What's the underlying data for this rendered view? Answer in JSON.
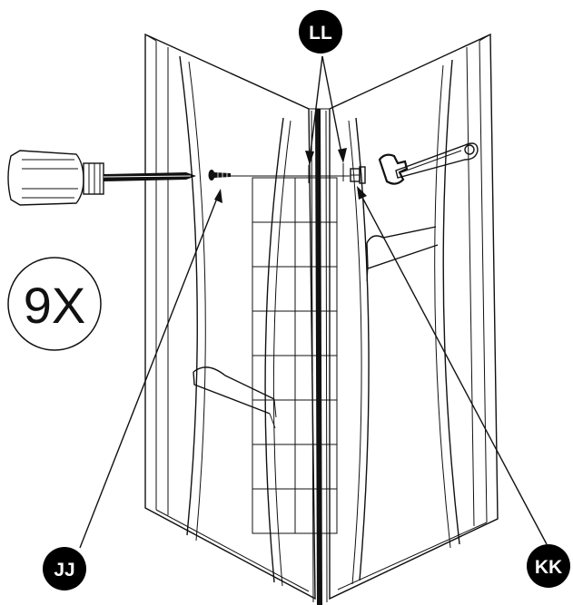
{
  "callouts": {
    "ll": "LL",
    "jj": "JJ",
    "kk": "KK"
  },
  "quantity_label": "9X",
  "icons": [
    "screwdriver-icon",
    "wrench-icon",
    "screw-icon",
    "bolt-icon"
  ],
  "colors": {
    "ink": "#111111",
    "callout_fill": "#000000",
    "callout_text": "#ffffff",
    "background": "#ffffff"
  }
}
